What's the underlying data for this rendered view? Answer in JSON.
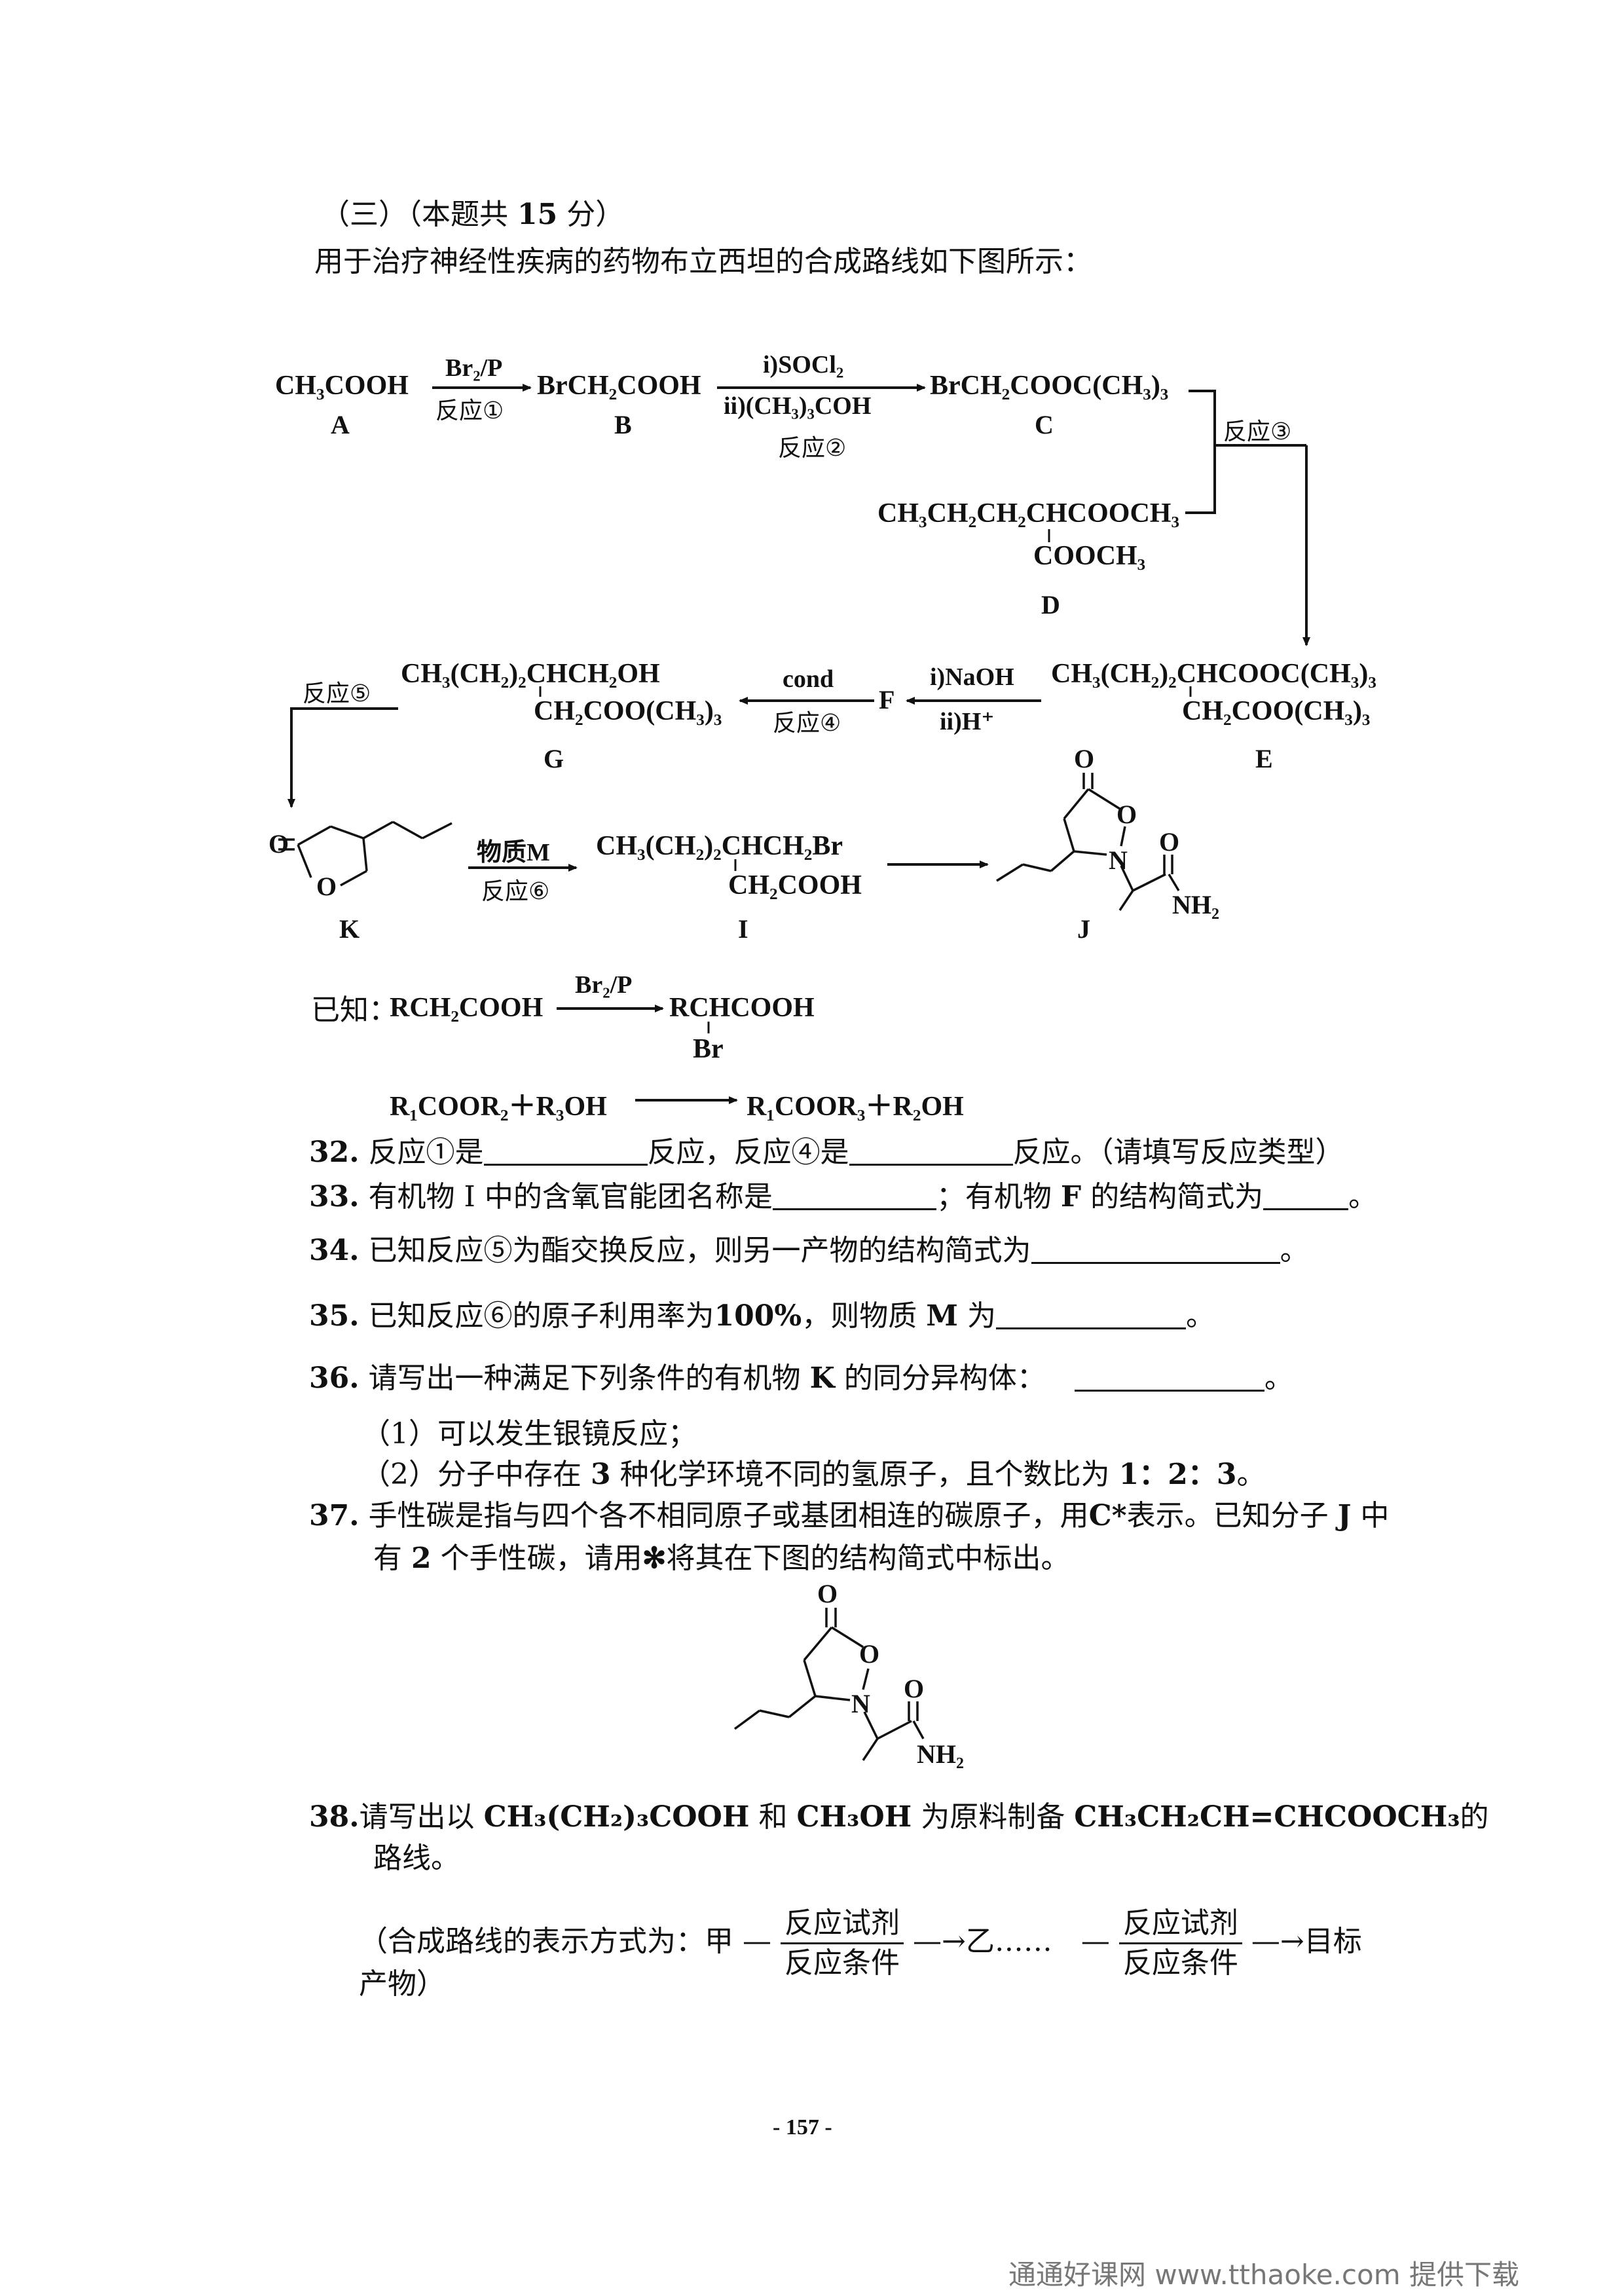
{
  "section": {
    "header": "（三）（本题共",
    "header_score": "15",
    "header_unit": "分）",
    "intro": "用于治疗神经性疾病的药物布立西坦的合成路线如下图所示："
  },
  "scheme": {
    "A": "CH₃COOH",
    "A_label": "A",
    "r1_reagent": "Br₂/P",
    "r1_name": "反应①",
    "B": "BrCH₂COOH",
    "B_label": "B",
    "r2_reagent_1": "i)SOCl₂",
    "r2_reagent_2": "ii)(CH₃)₃COH",
    "r2_name": "反应②",
    "C": "BrCH₂COOC(CH₃)₃",
    "C_label": "C",
    "r3_name": "反应③",
    "D_line1": "CH₃CH₂CH₂CHCOOCH₃",
    "D_line2": "COOCH₃",
    "D_label": "D",
    "E_line1": "CH₃(CH₂)₂CHCOOC(CH₃)₃",
    "E_line2": "CH₂COO(CH₃)₃",
    "E_label": "E",
    "rF_reagent_1": "i)NaOH",
    "rF_reagent_2": "ii)H⁺",
    "F_label": "F",
    "r4_reagent": "cond",
    "r4_name": "反应④",
    "G_line1": "CH₃(CH₂)₂CHCH₂OH",
    "G_line2": "CH₂COO(CH₃)₃",
    "G_label": "G",
    "r5_name": "反应⑤",
    "K_O1": "O",
    "K_O2": "O",
    "K_label": "K",
    "r6_reagent": "物质M",
    "r6_name": "反应⑥",
    "I_line1": "CH₃(CH₂)₂CHCH₂Br",
    "I_line2": "CH₂COOH",
    "I_label": "I",
    "J_O1": "O",
    "J_O2": "O",
    "J_N": "N",
    "J_O3": "O",
    "J_NH2": "NH₂",
    "J_label": "J"
  },
  "known": {
    "prefix": "已知：",
    "eq1_left": "RCH₂COOH",
    "eq1_reagent": "Br₂/P",
    "eq1_right": "RCHCOOH",
    "eq1_sub": "Br",
    "eq2_left": "R₁COOR₂＋R₃OH",
    "eq2_right": "R₁COOR₃＋R₂OH"
  },
  "questions": {
    "q32": {
      "num": "32.",
      "a": "反应①是",
      "b": "反应，反应④是",
      "c": "反应。（请填写反应类型）"
    },
    "q33": {
      "num": "33.",
      "a": "有机物 I 中的含氧官能团名称是",
      "b": "；有机物",
      "bold_f": "F",
      "c": "的结构简式为",
      "d": "。"
    },
    "q34": {
      "num": "34.",
      "a": "已知反应⑤为酯交换反应，则另一产物的结构简式为",
      "b": "。"
    },
    "q35": {
      "num": "35.",
      "a": "已知反应⑥的原子利用率为",
      "pct": "100%",
      "b": "，则物质",
      "m": "M",
      "c": "为",
      "d": "。"
    },
    "q36": {
      "num": "36.",
      "a": "请写出一种满足下列条件的有机物",
      "k": "K",
      "b": "的同分异构体：",
      "c": "。",
      "c1": "（1）可以发生银镜反应；",
      "c2a": "（2）分子中存在",
      "c2n": "3",
      "c2b": "种化学环境不同的氢原子，且个数比为",
      "c2r": "1：2：3",
      "c2c": "。"
    },
    "q37": {
      "num": "37.",
      "a": "手性碳是指与四个各不相同原子或基团相连的碳原子，用",
      "cstar": "C*",
      "b": "表示。已知分子",
      "j": "J",
      "c": "中",
      "line2a": "有",
      "two": "2",
      "line2b": "个手性碳，请用",
      "star": "✻",
      "line2c": "将其在下图的结构简式中标出。"
    },
    "q37_fig": {
      "O1": "O",
      "O2": "O",
      "N": "N",
      "O3": "O",
      "NH2": "NH₂"
    },
    "q38": {
      "num": "38.",
      "a": "请写出以",
      "r1": "CH₃(CH₂)₃COOH",
      "b": "和",
      "r2": "CH₃OH",
      "c": "为原料制备",
      "t": "CH₃CH₂CH=CHCOOCH₃",
      "d": "的",
      "line2": "路线。",
      "fmt_a": "（合成路线的表示方式为：甲",
      "frac_top": "反应试剂",
      "frac_bot": "反应条件",
      "fmt_b": "乙……",
      "fmt_c": "目标",
      "fmt_line2": "产物）"
    }
  },
  "page_number": "- 157 -",
  "watermark": "通通好课网 www.tthaoke.com 提供下载"
}
